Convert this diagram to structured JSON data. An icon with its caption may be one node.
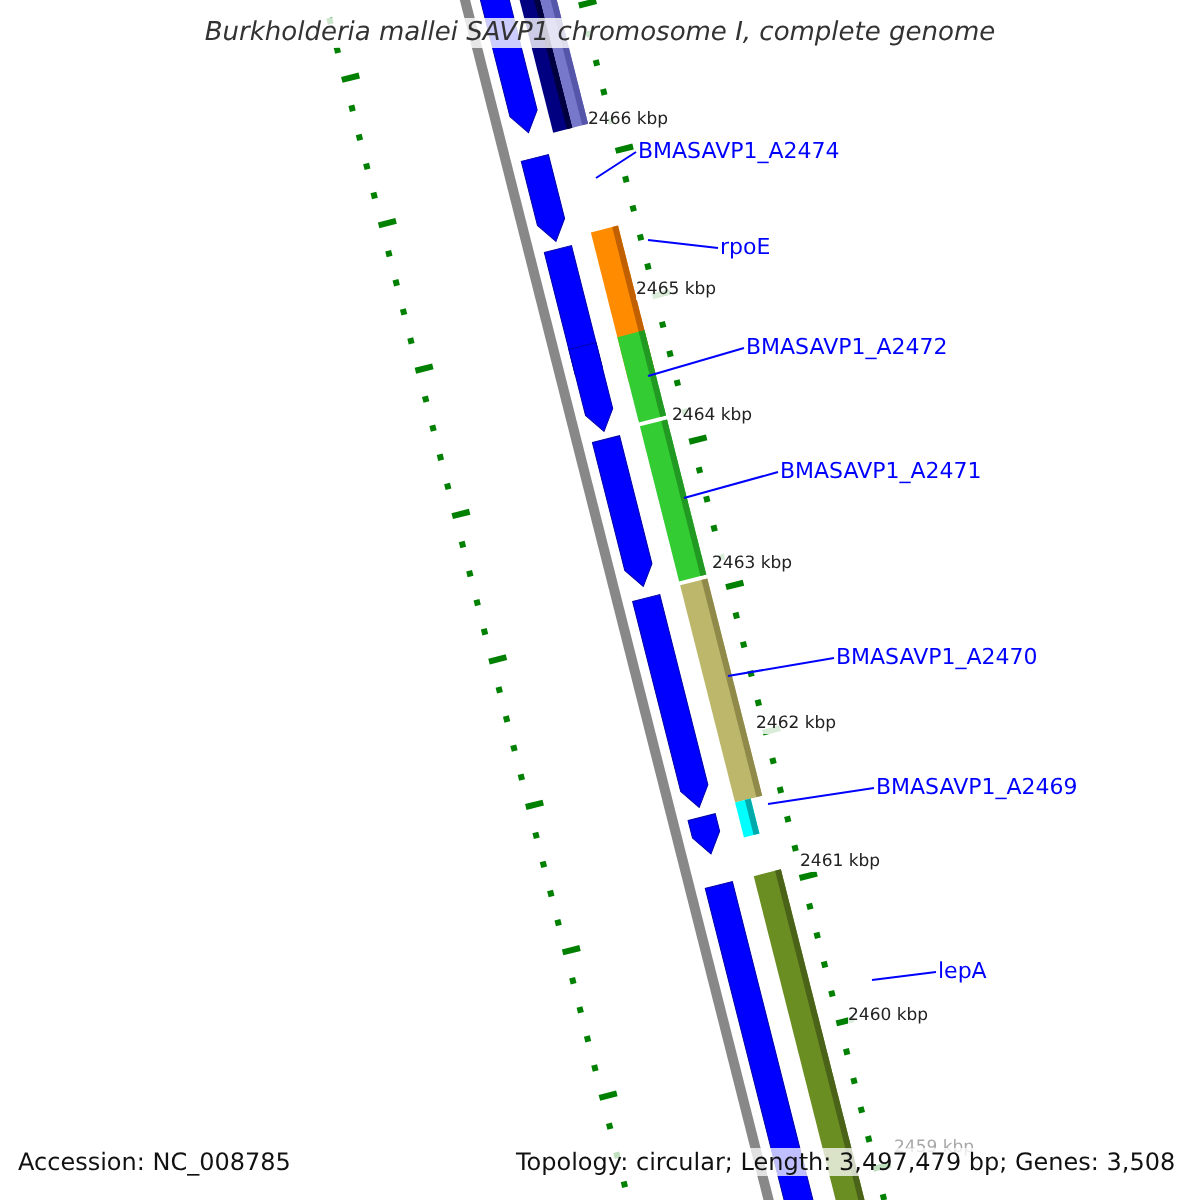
{
  "diagram": {
    "title": "Burkholderia mallei SAVP1 chromosome I, complete genome",
    "nodes": [
      {
        "text": [
          "BMASAVP1_A2474"
        ]
      },
      {
        "text": [
          "rpoE"
        ]
      },
      {
        "text": [
          "BMASAVP1_A2472"
        ]
      },
      {
        "text": [
          "BMASAVP1_A2471"
        ]
      },
      {
        "text": [
          "BMASAVP1_A2470"
        ]
      },
      {
        "text": [
          "BMASAVP1_A2469"
        ]
      },
      {
        "text": [
          "lepA"
        ]
      }
    ],
    "edges": [
      {
        "from": 0,
        "to": null,
        "arrow": "none"
      },
      {
        "from": 1,
        "to": null,
        "arrow": "none"
      },
      {
        "from": 2,
        "to": null,
        "arrow": "none"
      },
      {
        "from": 3,
        "to": null,
        "arrow": "none"
      },
      {
        "from": 4,
        "to": null,
        "arrow": "none"
      },
      {
        "from": 5,
        "to": null,
        "arrow": "none"
      },
      {
        "from": 6,
        "to": null,
        "arrow": "none"
      }
    ],
    "labels": [
      "2466 kbp",
      "2465 kbp",
      "2464 kbp",
      "2463 kbp",
      "2462 kbp",
      "2461 kbp",
      "2460 kbp",
      "2459 kbp",
      "Accession: NC_008785",
      "Topology: circular; Length: 3,497,479 bp; Genes: 3,508"
    ]
  }
}
